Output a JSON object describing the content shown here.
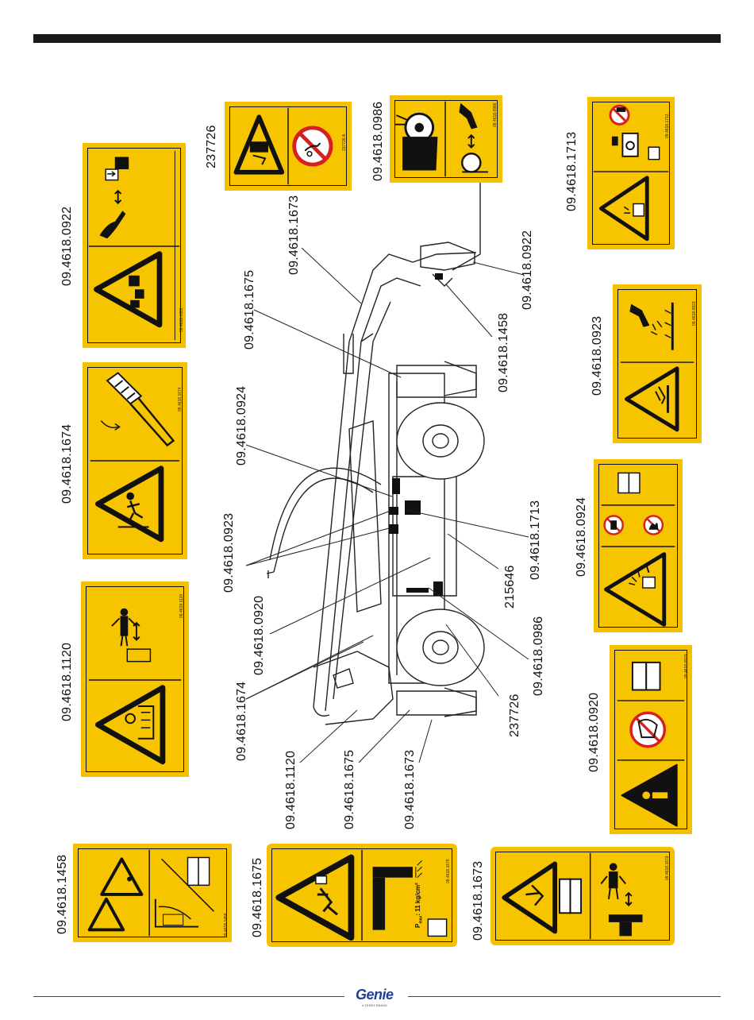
{
  "header": {
    "bar": true
  },
  "decals": [
    {
      "id": "09.4618.0922",
      "label": "09.4618.0922",
      "code": "09.4618.0922"
    },
    {
      "id": "237726",
      "label": "237726",
      "code": "237726 A"
    },
    {
      "id": "09.4618.0986",
      "label": "09.4618.0986",
      "code": "09.4618.0986"
    },
    {
      "id": "09.4618.1713",
      "label": "09.4618.1713",
      "code": "09.4618.1713"
    },
    {
      "id": "09.4618.1674",
      "label": "09.4618.1674",
      "code": "09.4618.1674"
    },
    {
      "id": "09.4618.0923",
      "label": "09.4618.0923",
      "code": "09.4618.0923"
    },
    {
      "id": "09.4618.1120",
      "label": "09.4618.1120",
      "code": "09.4618.1120"
    },
    {
      "id": "09.4618.0924",
      "label": "09.4618.0924",
      "code": ""
    },
    {
      "id": "09.4618.0920",
      "label": "09.4618.0920",
      "code": "09.4618.0920"
    },
    {
      "id": "09.4618.1458",
      "label": "09.4618.1458",
      "code": "09.4618.1458"
    },
    {
      "id": "09.4618.1675",
      "label": "09.4618.1675",
      "code": "09.4618.1675",
      "pressure": "P",
      "pressure_sub": "max",
      "pressure_value": ": 11 kg/cm²"
    },
    {
      "id": "09.4618.1673",
      "label": "09.4618.1673",
      "code": "09.4618.1673"
    }
  ],
  "callouts": [
    "09.4618.1673",
    "09.4618.1675",
    "09.4618.0924",
    "09.4618.0923",
    "09.4618.0920",
    "09.4618.1674",
    "09.4618.1120",
    "09.4618.1675",
    "09.4618.1673",
    "237726",
    "09.4618.0986",
    "215646",
    "09.4618.1713",
    "09.4618.1458",
    "09.4618.0922"
  ],
  "footer": {
    "brand": "Genie",
    "brand_sub": "A TEREX BRAND"
  },
  "colors": {
    "decal_yellow": "#f5c000",
    "ink": "#111111",
    "brand_blue": "#1f3f95",
    "prohibit_red": "#d42020"
  }
}
